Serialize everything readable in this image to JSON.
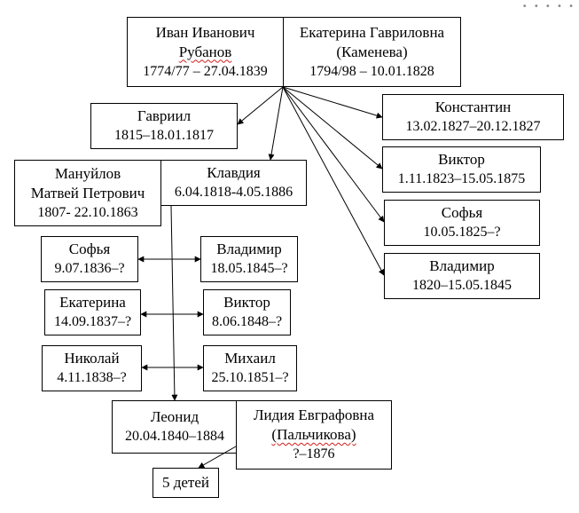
{
  "persons": {
    "ivan": {
      "name": "Иван Иванович",
      "surname": "Рубанов",
      "dates": "1774/77 – 27.04.1839"
    },
    "ekaterina": {
      "name": "Екатерина Гавриловна",
      "maiden": "(Каменева)",
      "dates": "1794/98 – 10.01.1828"
    },
    "gavriil": {
      "name": "Гавриил",
      "dates": "1815–18.01.1817"
    },
    "klavdiya": {
      "name": "Клавдия",
      "dates": "6.04.1818-4.05.1886"
    },
    "manuylov": {
      "surname": "Мануйлов",
      "name": "Матвей Петрович",
      "dates": "1807- 22.10.1863"
    },
    "konstantin": {
      "name": "Константин",
      "dates": "13.02.1827–20.12.1827"
    },
    "viktor1": {
      "name": "Виктор",
      "dates": "1.11.1823–15.05.1875"
    },
    "sofya1": {
      "name": "Софья",
      "dates": "10.05.1825–?"
    },
    "vladimir1": {
      "name": "Владимир",
      "dates": "1820–15.05.1845"
    },
    "sofya2": {
      "name": "Софья",
      "dates": "9.07.1836–?"
    },
    "vladimir2": {
      "name": "Владимир",
      "dates": "18.05.1845–?"
    },
    "ekaterina2": {
      "name": "Екатерина",
      "dates": "14.09.1837–?"
    },
    "viktor2": {
      "name": "Виктор",
      "dates": "8.06.1848–?"
    },
    "nikolay": {
      "name": "Николай",
      "dates": "4.11.1838–?"
    },
    "mikhail": {
      "name": "Михаил",
      "dates": "25.10.1851–?"
    },
    "leonid": {
      "name": "Леонид",
      "dates": "20.04.1840–1884"
    },
    "lidiya": {
      "name": "Лидия Евграфовна",
      "maiden": "(Пальчикова)",
      "dates": "?–1876"
    },
    "children": {
      "label": "5 детей"
    }
  }
}
